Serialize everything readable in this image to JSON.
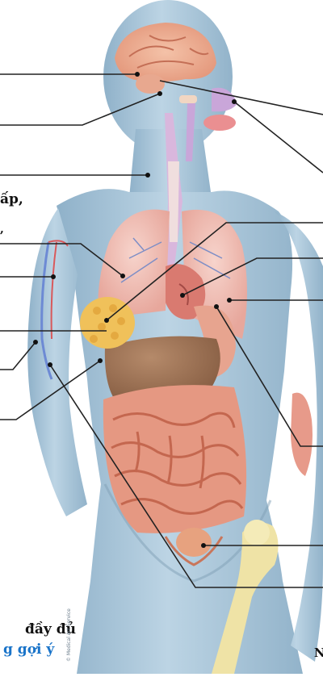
{
  "text_fragments": {
    "left_mid": "ấp,",
    "left_comma": ",",
    "bottom_line1": "đầy đủ",
    "bottom_line2": "g gợi ý",
    "bottom_right": "N"
  },
  "credit": "© Medical Art Service",
  "colors": {
    "body_skin": "#a9c6da",
    "body_shadow": "#7fa4bf",
    "organ_pink": "#e9a49a",
    "liver": "#9b6f52",
    "intestine": "#e59882",
    "bone": "#eee3a8",
    "leader_line": "#222222",
    "hint_blue": "#1a74c9"
  }
}
